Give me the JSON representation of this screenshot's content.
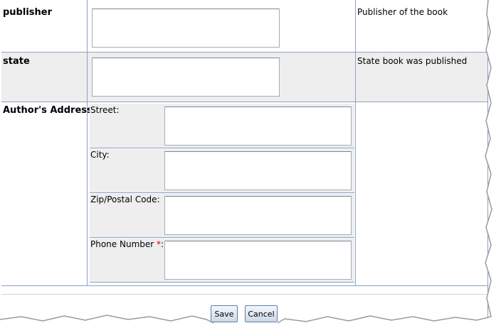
{
  "rows": {
    "publisher": {
      "label": "publisher",
      "description": "Publisher of the book"
    },
    "state": {
      "label": "state",
      "description": "State book was published"
    },
    "address": {
      "label": "Author's Address",
      "fields": {
        "street": "Street:",
        "city": "City:",
        "zip": "Zip/Postal Code:",
        "phone": "Phone Number",
        "required_marker": "*",
        "phone_suffix": ":"
      }
    }
  },
  "actions": {
    "save_label": "Save",
    "cancel_label": "Cancel"
  },
  "colors": {
    "grid_line": "#8aa2c6",
    "alt_row_bg": "#eeeeee",
    "required": "#e00000"
  }
}
